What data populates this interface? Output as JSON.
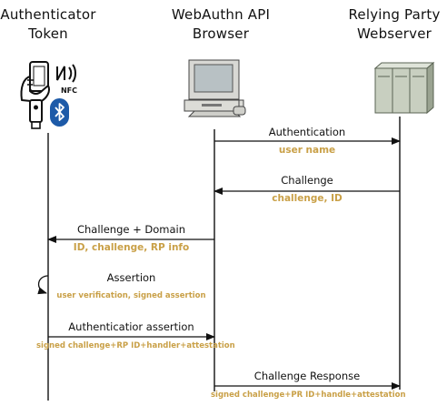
{
  "participants": [
    {
      "title": "Authenticator\nToken"
    },
    {
      "title": "WebAuthn API\nBrowser"
    },
    {
      "title": "Relying Party\nWebserver"
    }
  ],
  "token_icons": {
    "phone": "smartphone-icon",
    "nfc": "nfc-icon",
    "nfc_label": "NFC",
    "key": "usb-key-icon",
    "bluetooth": "bluetooth-icon"
  },
  "messages": [
    {
      "label": "Authentication",
      "detail": "user name"
    },
    {
      "label": "Challenge",
      "detail": "challenge, ID"
    },
    {
      "label": "Challenge + Domain",
      "detail": "ID, challenge, RP info"
    },
    {
      "label": "Assertion",
      "detail": "user verification, signed assertion"
    },
    {
      "label": "Authenticatior assertion",
      "detail": "signed challenge+RP ID+handler+attestation"
    },
    {
      "label": "Challenge Response",
      "detail": "signed challenge+PR ID+handle+attestation"
    }
  ],
  "colors": {
    "line": "#111111",
    "detail": "#c9a047",
    "server": "#c8cfc0"
  }
}
